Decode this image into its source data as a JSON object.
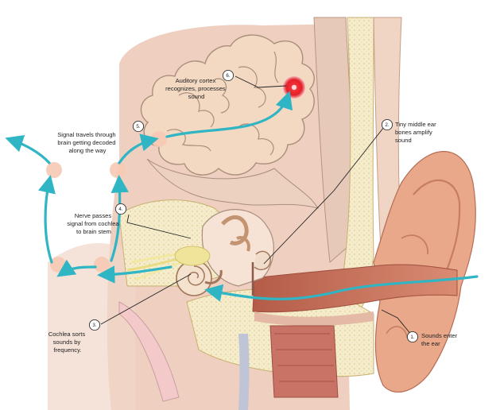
{
  "labels": {
    "sounds_enter": [
      "Sounds enter",
      "the ear"
    ],
    "middle_ear": [
      "Tiny middle ear",
      "bones amplify",
      "sound"
    ],
    "cochlea": [
      "Cochlea sorts",
      "sounds by",
      "frequency."
    ],
    "nerve": [
      "Nerve passes",
      "signal from cochlea",
      "to brain stem"
    ],
    "signal": [
      "Signal travels through",
      "brain getting decoded",
      "along the way"
    ],
    "cortex": [
      "Auditory cortex",
      "recognizes, processes",
      "sound"
    ]
  },
  "badges": {
    "sounds_enter": "1.",
    "middle_ear": "2.",
    "cochlea": "3.",
    "nerve": "4.",
    "signal": "5.",
    "cortex": "6."
  },
  "colors": {
    "flow": "#2fb5c4",
    "cortex_target": "#e3202b",
    "skin": "#e7a58a",
    "ear_canal": "#c46e59",
    "bone": "#f2e7c6",
    "bone_dots": "#e6d290",
    "brain": "#f3d8c2",
    "brain_outline": "#a98f7c",
    "node": "#f6c9b4"
  }
}
